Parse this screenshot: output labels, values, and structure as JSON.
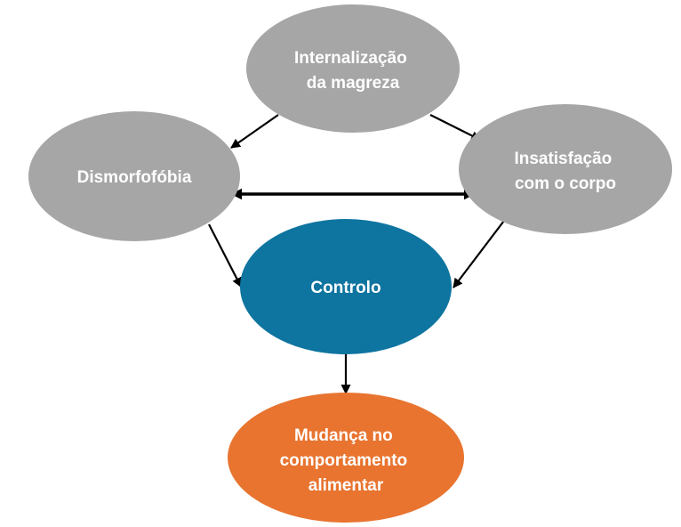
{
  "colors": {
    "grey_node": "#a6a6a6",
    "blue_node": "#0e74a0",
    "orange_node": "#e87430",
    "arrow": "#000000",
    "label": "#ffffff"
  },
  "nodes": {
    "internalizacao": {
      "lines": [
        "Internalização",
        "da magreza"
      ]
    },
    "dismorfofobia": {
      "lines": [
        "Dismorfofóbia"
      ]
    },
    "insatisfacao": {
      "lines": [
        "Insatisfação",
        "com o corpo"
      ]
    },
    "controlo": {
      "lines": [
        "Controlo"
      ]
    },
    "mudanca": {
      "lines": [
        "Mudança no",
        "comportamento",
        "alimentar"
      ]
    }
  },
  "edges": [
    {
      "from": "internalizacao",
      "to": "dismorfofobia",
      "direction": "forward"
    },
    {
      "from": "internalizacao",
      "to": "insatisfacao",
      "direction": "forward"
    },
    {
      "from": "dismorfofobia",
      "to": "insatisfacao",
      "direction": "both"
    },
    {
      "from": "dismorfofobia",
      "to": "controlo",
      "direction": "forward"
    },
    {
      "from": "insatisfacao",
      "to": "controlo",
      "direction": "forward"
    },
    {
      "from": "controlo",
      "to": "mudanca",
      "direction": "forward"
    }
  ]
}
